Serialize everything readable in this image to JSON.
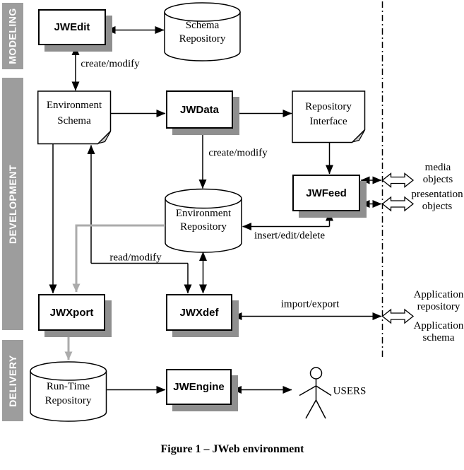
{
  "sidebar": {
    "bands": [
      {
        "label": "MODELING"
      },
      {
        "label": "DEVELOPMENT"
      },
      {
        "label": "DELIVERY"
      }
    ]
  },
  "nodes": {
    "jwedit": {
      "label": "JWEdit"
    },
    "schema_repository": {
      "line1": "Schema",
      "line2": "Repository"
    },
    "environment_schema": {
      "line1": "Environment",
      "line2": "Schema"
    },
    "jwdata": {
      "label": "JWData"
    },
    "repository_interface": {
      "line1": "Repository",
      "line2": "Interface"
    },
    "jwfeed": {
      "label": "JWFeed"
    },
    "environment_repository": {
      "line1": "Environment",
      "line2": "Repository"
    },
    "jwxport": {
      "label": "JWXport"
    },
    "jwxdef": {
      "label": "JWXdef"
    },
    "runtime_repository": {
      "line1": "Run-Time",
      "line2": "Repository"
    },
    "jwengine": {
      "label": "JWEngine"
    },
    "users": {
      "label": "USERS"
    }
  },
  "edge_labels": {
    "create_modify_top": "create/modify",
    "create_modify_mid": "create/modify",
    "insert_edit_delete": "insert/edit/delete",
    "read_modify": "read/modify",
    "import_export": "import/export"
  },
  "annotations": {
    "media_objects": {
      "line1": "media",
      "line2": "objects"
    },
    "presentation_objects": {
      "line1": "presentation",
      "line2": "objects"
    },
    "application_repository": {
      "line1": "Application",
      "line2": "repository"
    },
    "application_schema": {
      "line1": "Application",
      "line2": "schema"
    }
  },
  "caption": "Figure 1 – JWeb environment",
  "colors": {
    "band": "#9d9d9d",
    "shadow": "#8f8f8f",
    "fold": "#c9c9c9",
    "gray_arrow": "#ababab"
  }
}
